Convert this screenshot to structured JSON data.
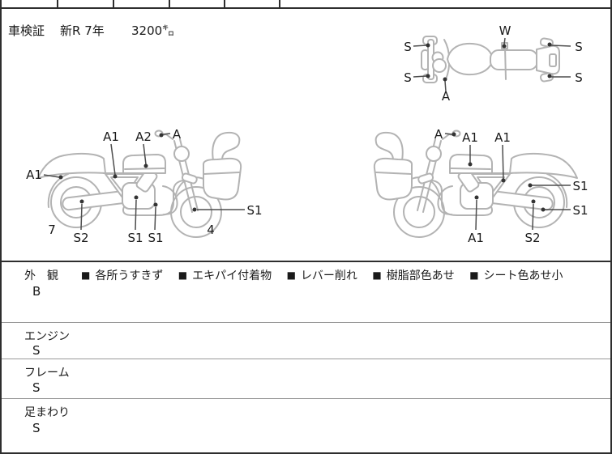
{
  "bullet": "■",
  "inspection": {
    "title": "車検証",
    "registration": "新R 7年",
    "mileage": "3200㌔"
  },
  "diagrams": {
    "top_view": {
      "labels": [
        "S",
        "S",
        "W",
        "A",
        "S",
        "S"
      ]
    },
    "left_bike": {
      "labels": [
        "A1",
        "A2",
        "A",
        "A1",
        "S2",
        "S1",
        "S1",
        "S1",
        "7",
        "4"
      ]
    },
    "right_bike": {
      "labels": [
        "A",
        "A1",
        "A1",
        "S1",
        "S1",
        "A1",
        "S2"
      ]
    }
  },
  "sections": [
    {
      "label": "外　観",
      "grade": "B",
      "notes": [
        "各所うすきず",
        "エキパイ付着物",
        "レバー削れ",
        "樹脂部色あせ",
        "シート色あせ小"
      ]
    },
    {
      "label": "エンジン",
      "grade": "S",
      "notes": []
    },
    {
      "label": "フレーム",
      "grade": "S",
      "notes": []
    },
    {
      "label": "足まわり",
      "grade": "S",
      "notes": []
    }
  ]
}
